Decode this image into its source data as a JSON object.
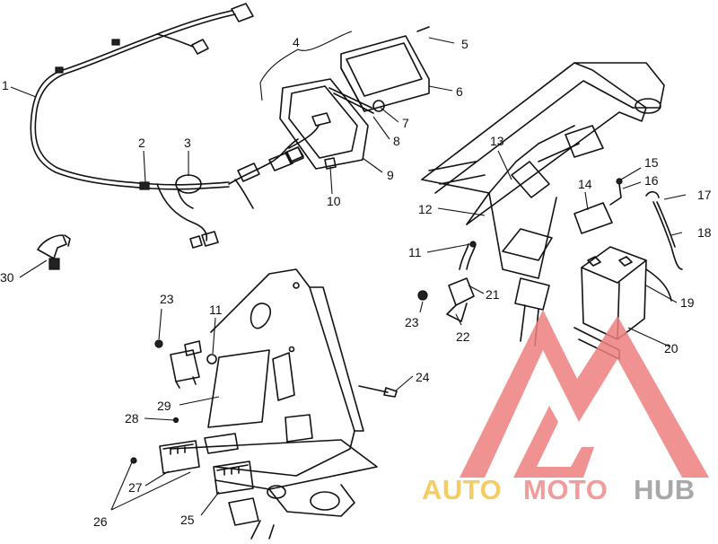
{
  "callouts": [
    {
      "text": "1"
    },
    {
      "text": "2"
    },
    {
      "text": "3"
    },
    {
      "text": "4"
    },
    {
      "text": "5"
    },
    {
      "text": "6"
    },
    {
      "text": "7"
    },
    {
      "text": "8"
    },
    {
      "text": "9"
    },
    {
      "text": "10"
    },
    {
      "text": "11"
    },
    {
      "text": "12"
    },
    {
      "text": "13"
    },
    {
      "text": "14"
    },
    {
      "text": "15"
    },
    {
      "text": "16"
    },
    {
      "text": "17"
    },
    {
      "text": "18"
    },
    {
      "text": "19"
    },
    {
      "text": "20"
    },
    {
      "text": "11"
    },
    {
      "text": "21"
    },
    {
      "text": "22"
    },
    {
      "text": "23"
    },
    {
      "text": "23"
    },
    {
      "text": "11"
    },
    {
      "text": "24"
    },
    {
      "text": "29"
    },
    {
      "text": "28"
    },
    {
      "text": "27"
    },
    {
      "text": "26"
    },
    {
      "text": "25"
    },
    {
      "text": "30"
    }
  ],
  "watermark": {
    "part1": "AUTO",
    "part2": "MOTO",
    "part3": "HUB",
    "color1": "#f3c44a",
    "color2": "#ef8a8a",
    "color3": "#9a9a9a"
  }
}
